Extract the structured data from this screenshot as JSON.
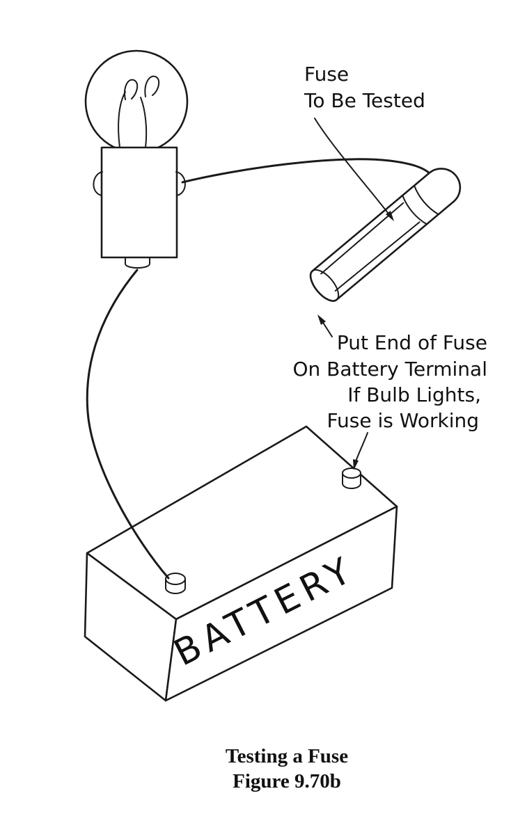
{
  "figure": {
    "annotations": {
      "fuse_label": {
        "line1": "Fuse",
        "line2": "To Be Tested"
      },
      "terminal_note": {
        "line1": "Put End of Fuse",
        "line2": "On Battery Terminal"
      },
      "bulb_note": {
        "line1": "If Bulb Lights,",
        "line2": "Fuse is Working"
      }
    },
    "battery": {
      "label": "BATTERY"
    },
    "caption": {
      "title": "Testing a Fuse",
      "figure_number": "Figure 9.70b"
    },
    "colors": {
      "ink": "#1a1a1a",
      "paper": "#ffffff"
    }
  }
}
